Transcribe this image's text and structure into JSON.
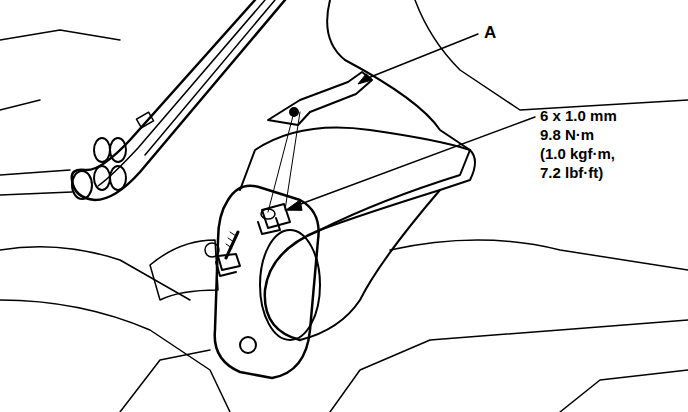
{
  "diagram": {
    "labels": [
      "A",
      "6 x 1.0 mm",
      "9.8 N·m",
      "(1.0 kgf·m,",
      "7.2 lbf·ft)"
    ]
  }
}
